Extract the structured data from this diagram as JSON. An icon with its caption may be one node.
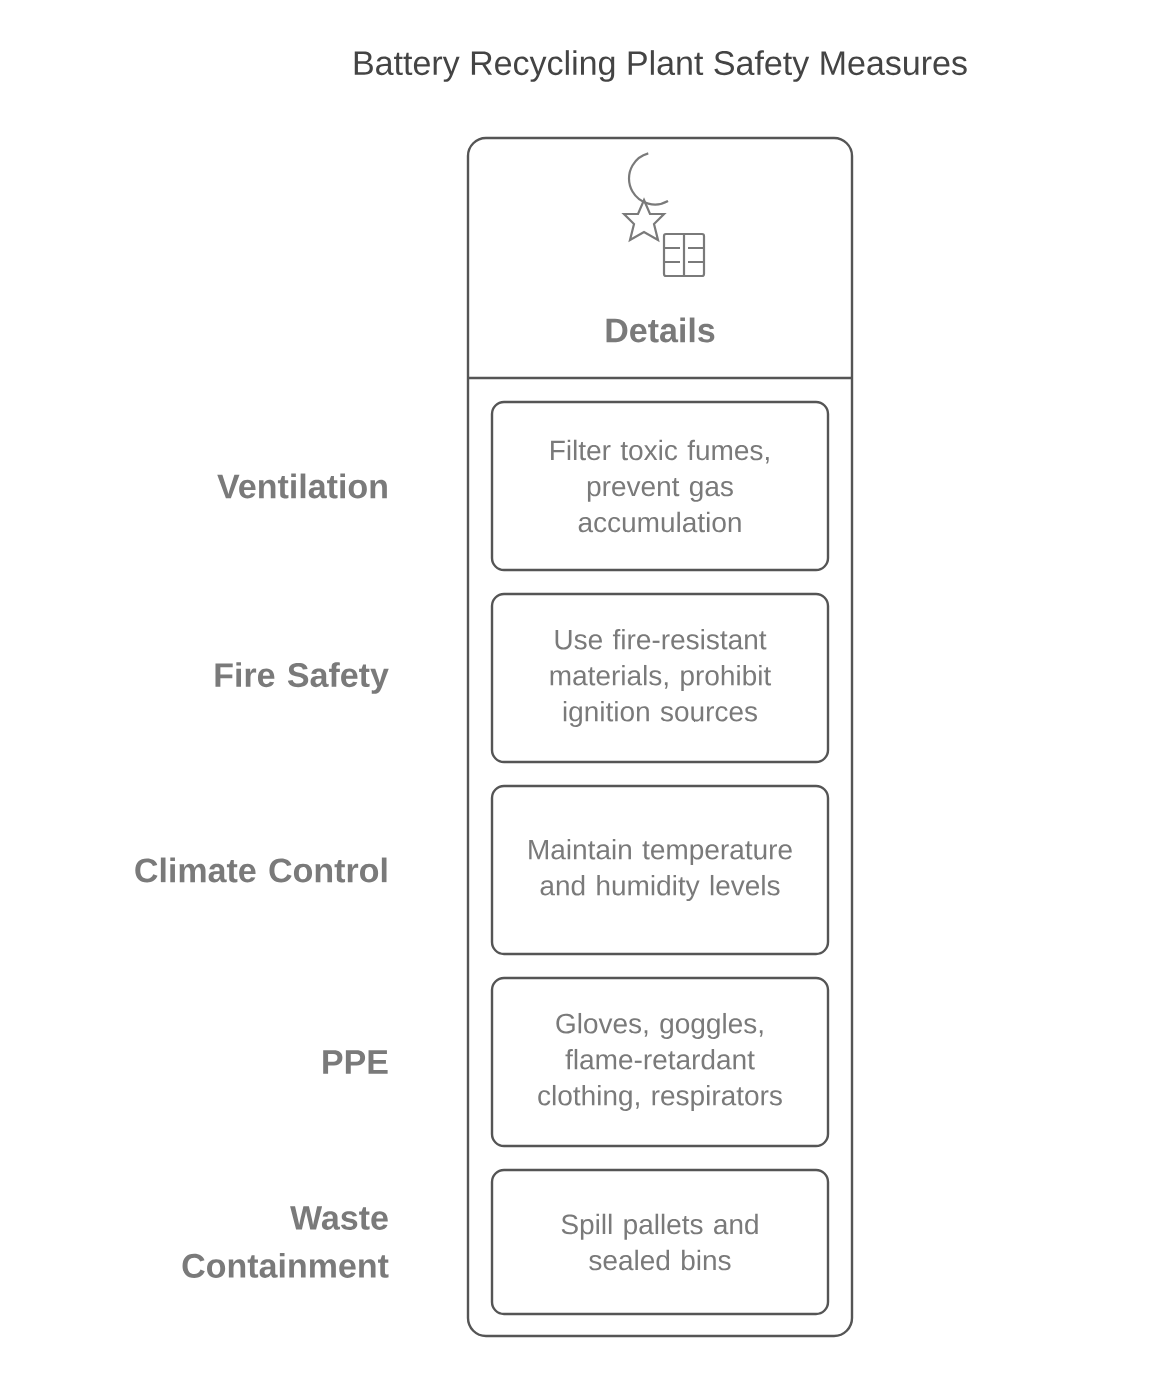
{
  "diagram": {
    "title": "Battery Recycling Plant Safety Measures",
    "nodes": [
      {
        "text": [
          "Details"
        ]
      },
      {
        "text": [
          "Filter toxic fumes, prevent gas accumulation"
        ],
        "in": 0
      },
      {
        "text": [
          "Use fire-resistant materials, prohibit ignition sources"
        ],
        "in": 0
      },
      {
        "text": [
          "Maintain temperature and humidity levels"
        ],
        "in": 0
      },
      {
        "text": [
          "Gloves, goggles, flame-retardant clothing, respirators"
        ],
        "in": 0
      },
      {
        "text": [
          "Spill pallets and sealed bins"
        ],
        "in": 0
      }
    ],
    "labels": [
      "Ventilation",
      "Fire Safety",
      "Climate Control",
      "PPE",
      "Waste Containment"
    ]
  }
}
